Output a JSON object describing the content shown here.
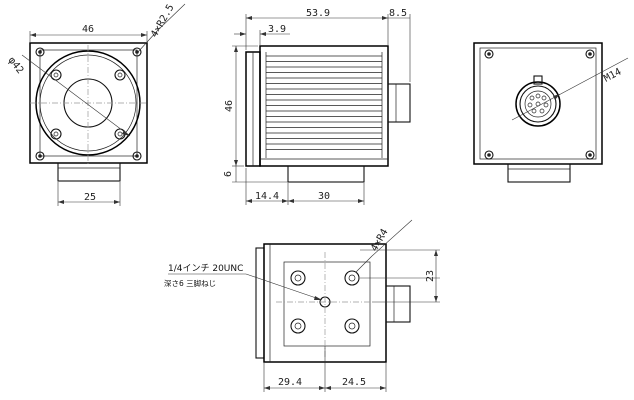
{
  "front_view": {
    "dim_width": "46",
    "dim_hole": "4×R2.5",
    "dim_diameter": "φ42",
    "dim_bottom": "25"
  },
  "side_view": {
    "dim_length": "53.9",
    "dim_connector": "8.5",
    "dim_flange": "3.9",
    "dim_height": "46",
    "dim_base": "6",
    "dim_base_offset": "14.4",
    "dim_base_width": "30"
  },
  "rear_view": {
    "dim_connector": "M14"
  },
  "bottom_view": {
    "dim_holes": "4×R4",
    "dim_spacing_v": "23",
    "thread_label": "1/4インチ 20UNC",
    "thread_depth_label": "深さ6 三脚ねじ",
    "dim_offset": "29.4",
    "dim_spacing_h": "24.5"
  }
}
